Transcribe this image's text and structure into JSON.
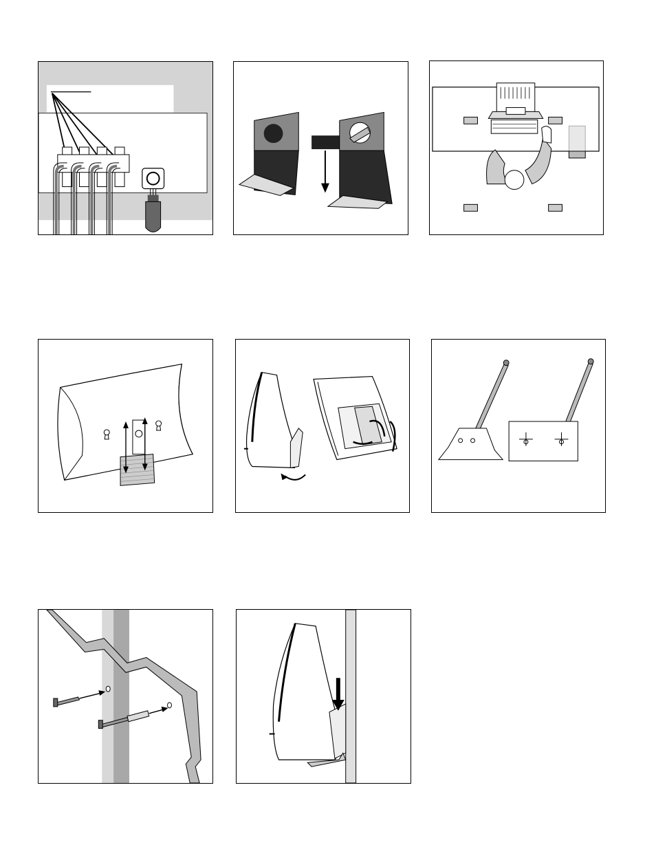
{
  "page": {
    "type": "installation illustration sheet",
    "figures": [
      {
        "id": "fig-1",
        "icon": "speaker-terminals-wiring-illustration"
      },
      {
        "id": "fig-2",
        "icon": "speaker-grille-removal-illustration"
      },
      {
        "id": "fig-3",
        "icon": "listening-position-layout-illustration"
      },
      {
        "id": "fig-4",
        "icon": "keyhole-slot-bracket-illustration"
      },
      {
        "id": "fig-5",
        "icon": "speaker-bracket-attachment-illustration"
      },
      {
        "id": "fig-6",
        "icon": "pencil-marking-template-illustration"
      },
      {
        "id": "fig-7",
        "icon": "wall-screw-anchor-illustration"
      },
      {
        "id": "fig-8",
        "icon": "speaker-wall-mount-illustration"
      }
    ]
  },
  "colors": {
    "line": "#000000",
    "light_gray": "#d4d4d4",
    "mid_gray": "#a0a0a0",
    "dark": "#2a2a2a"
  }
}
